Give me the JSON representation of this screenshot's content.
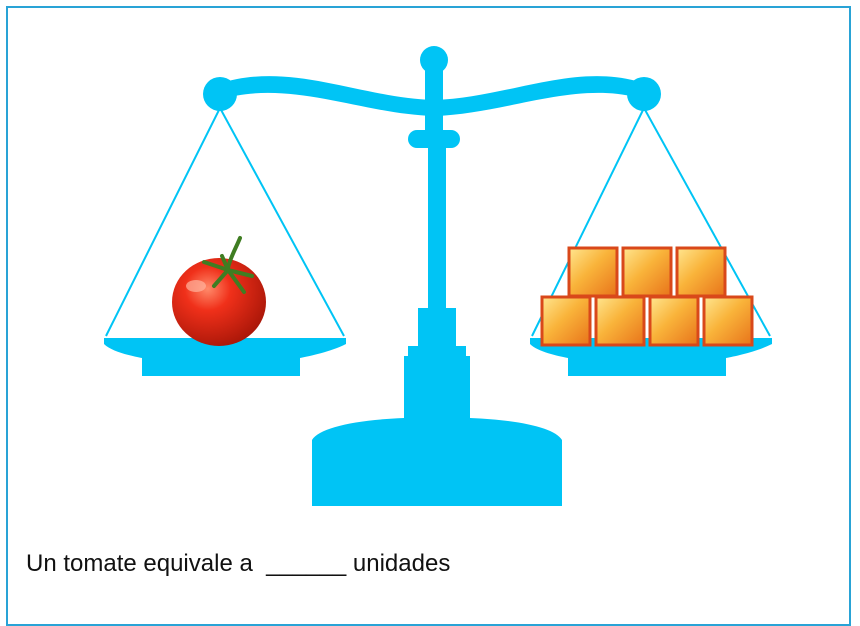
{
  "colors": {
    "scale": "#00c4f5",
    "frame_border": "#29a3d6",
    "tomato": "#e42a12",
    "tomato_highlight": "#ff7a5c",
    "stem": "#3f7d22",
    "cube_fill": "#f7a21c",
    "cube_light": "#ffe08a",
    "cube_border": "#d9481a"
  },
  "scene": {
    "left_pan_item": "tomato",
    "left_pan_count": 1,
    "right_pan_item": "cube",
    "right_pan_count": 7,
    "right_pan_layout": "3 cubes stacked on a row of 4",
    "balanced": true
  },
  "question": {
    "text": "Un tomate equivale a  ______ unidades"
  }
}
